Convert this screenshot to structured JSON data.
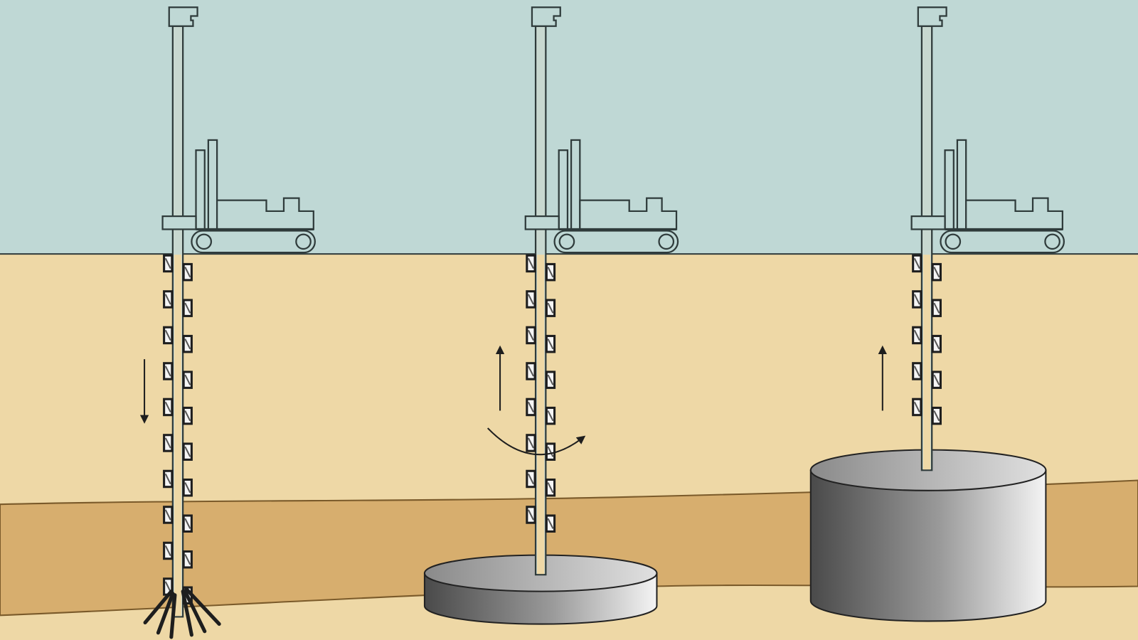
{
  "colors": {
    "sky": "#bfd8d5",
    "upper_soil": "#eed8a6",
    "middle_soil": "#d7ae6e",
    "lower_soil": "#eed8a6",
    "outline": "#2f3b3b",
    "column_dark": "#4a4a4a",
    "column_light": "#f2f2f2"
  },
  "stages": [
    {
      "motion": "down",
      "auger_flights": 10,
      "column": "none"
    },
    {
      "motion": "up-rotate",
      "auger_flights": 8,
      "column": "disk"
    },
    {
      "motion": "up",
      "auger_flights": 5,
      "column": "tall-cylinder"
    }
  ]
}
